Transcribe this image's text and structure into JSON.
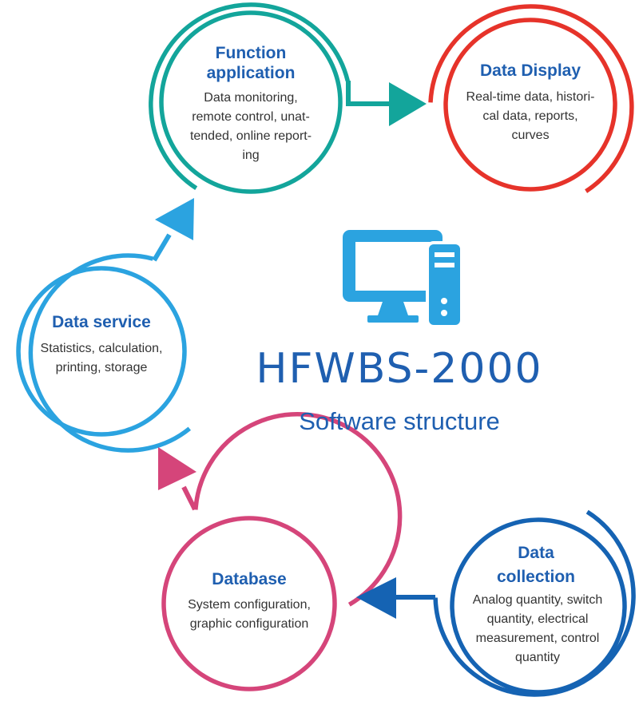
{
  "colors": {
    "function_application": "#13a59b",
    "data_display": "#e6332a",
    "data_service": "#2ba3e0",
    "database": "#d5457a",
    "data_collection": "#1563b3",
    "text_blue": "#1f5fb0",
    "computer_icon": "#2ba3e0"
  },
  "center": {
    "icon": "computer-icon",
    "title": "HFWBS-2000",
    "subtitle": "Software structure"
  },
  "nodes": {
    "function_application": {
      "title_line1": "Function",
      "title_line2": "application",
      "desc_lines": [
        "Data monitoring,",
        "remote control, unat-",
        "tended, online report-",
        "ing"
      ]
    },
    "data_display": {
      "title": "Data Display",
      "desc_lines": [
        "Real-time data, histori-",
        "cal data, reports,",
        "curves"
      ]
    },
    "data_service": {
      "title": "Data service",
      "desc_lines": [
        "Statistics, calculation,",
        "printing, storage"
      ]
    },
    "database": {
      "title": "Database",
      "desc_lines": [
        "System configuration,",
        "graphic configuration"
      ]
    },
    "data_collection": {
      "title_line1": "Data",
      "title_line2": "collection",
      "desc_lines": [
        "Analog quantity, switch",
        "quantity, electrical",
        "measurement, control",
        "quantity"
      ]
    }
  }
}
